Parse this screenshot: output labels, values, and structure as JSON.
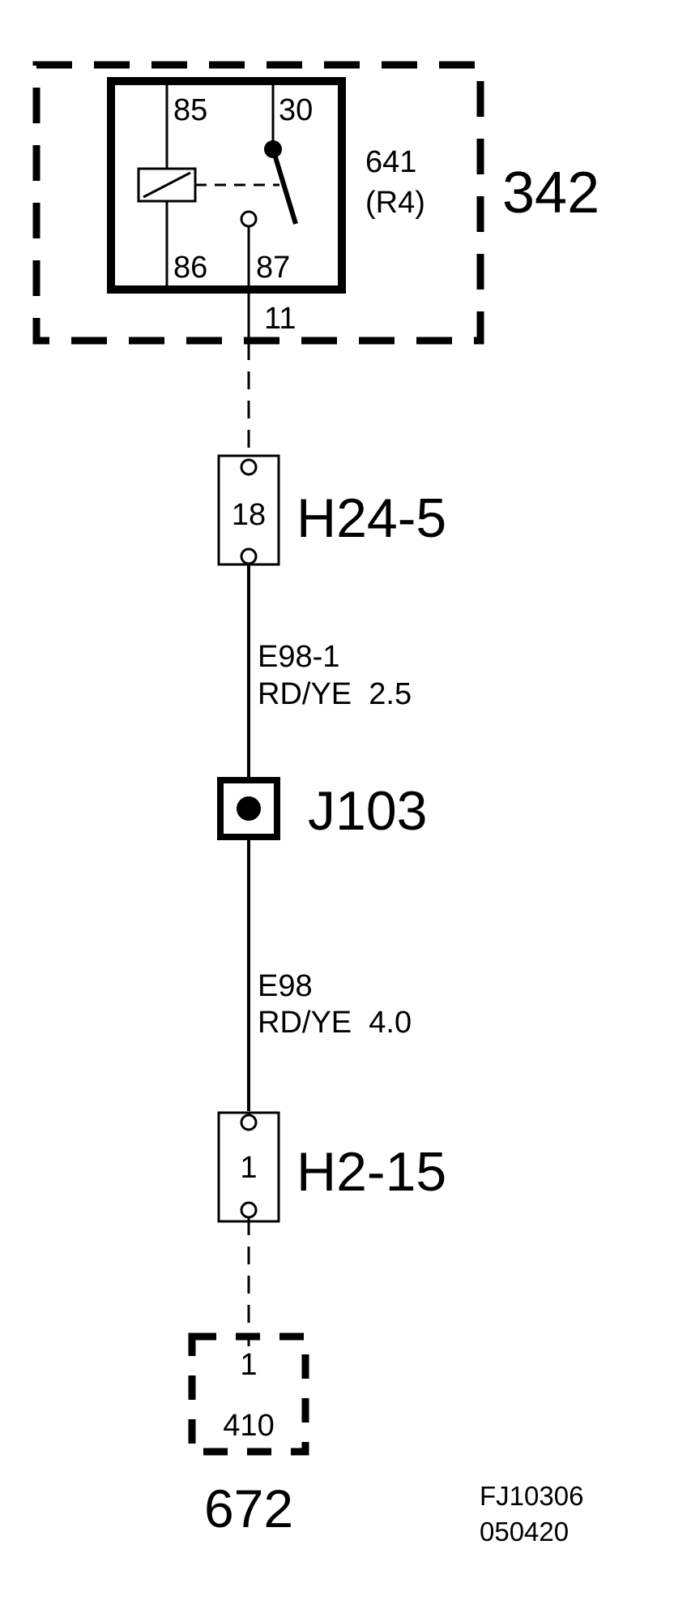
{
  "relay_box": {
    "id": "342",
    "relay_number": "641",
    "relay_code": "(R4)",
    "pins": {
      "coil_top": "85",
      "coil_bottom": "86",
      "switch_common": "30",
      "switch_no": "87"
    },
    "terminal": "11"
  },
  "connector_h24": {
    "id": "H24-5",
    "pin": "18"
  },
  "wire_e98_1": {
    "id": "E98-1",
    "spec": "RD/YE  2.5"
  },
  "junction": {
    "id": "J103"
  },
  "wire_e98": {
    "id": "E98",
    "spec": "RD/YE  4.0"
  },
  "connector_h2": {
    "id": "H2-15",
    "pin": "1"
  },
  "device": {
    "pin": "1",
    "number": "410",
    "id": "672"
  },
  "drawing_code": {
    "line1": "FJ10306",
    "line2": "050420"
  }
}
